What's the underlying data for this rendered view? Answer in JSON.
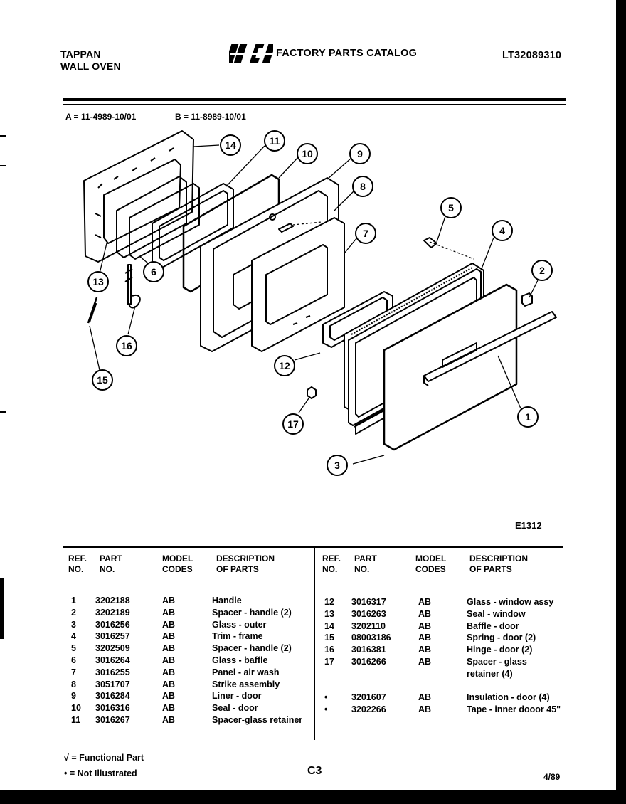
{
  "header": {
    "brand": "TAPPAN",
    "product": "WALL OVEN",
    "logo_text": "WCI",
    "catalog_title": "FACTORY PARTS CATALOG",
    "catalog_number": "LT32089310"
  },
  "model_codes": {
    "a": "A = 11-4989-10/01",
    "b": "B = 11-8989-10/01"
  },
  "diagram": {
    "id": "E1312",
    "callouts": [
      "1",
      "2",
      "3",
      "4",
      "5",
      "6",
      "7",
      "8",
      "9",
      "10",
      "11",
      "12",
      "13",
      "14",
      "15",
      "16",
      "17"
    ]
  },
  "table": {
    "headers": {
      "ref": "REF.\nNO.",
      "part": "PART\nNO.",
      "model": "MODEL\nCODES",
      "desc": "DESCRIPTION\nOF PARTS"
    },
    "left_rows": [
      {
        "ref": "1",
        "part": "3202188",
        "model": "AB",
        "desc": "Handle"
      },
      {
        "ref": "2",
        "part": "3202189",
        "model": "AB",
        "desc": "Spacer - handle (2)"
      },
      {
        "ref": "3",
        "part": "3016256",
        "model": "AB",
        "desc": "Glass - outer"
      },
      {
        "ref": "4",
        "part": "3016257",
        "model": "AB",
        "desc": "Trim - frame"
      },
      {
        "ref": "5",
        "part": "3202509",
        "model": "AB",
        "desc": "Spacer - handle (2)"
      },
      {
        "ref": "6",
        "part": "3016264",
        "model": "AB",
        "desc": "Glass - baffle"
      },
      {
        "ref": "7",
        "part": "3016255",
        "model": "AB",
        "desc": "Panel - air wash"
      },
      {
        "ref": "8",
        "part": "3051707",
        "model": "AB",
        "desc": "Strike assembly"
      },
      {
        "ref": "9",
        "part": "3016284",
        "model": "AB",
        "desc": "Liner - door"
      },
      {
        "ref": "10",
        "part": "3016316",
        "model": "AB",
        "desc": "Seal - door"
      },
      {
        "ref": "11",
        "part": "3016267",
        "model": "AB",
        "desc": "Spacer-glass retainer"
      }
    ],
    "right_rows": [
      {
        "ref": "12",
        "part": "3016317",
        "model": "AB",
        "desc": "Glass - window assy"
      },
      {
        "ref": "13",
        "part": "3016263",
        "model": "AB",
        "desc": "Seal - window"
      },
      {
        "ref": "14",
        "part": "3202110",
        "model": "AB",
        "desc": "Baffle - door"
      },
      {
        "ref": "15",
        "part": "08003186",
        "model": "AB",
        "desc": "Spring - door (2)"
      },
      {
        "ref": "16",
        "part": "3016381",
        "model": "AB",
        "desc": "Hinge - door (2)"
      },
      {
        "ref": "17",
        "part": "3016266",
        "model": "AB",
        "desc": "Spacer - glass"
      },
      {
        "ref": "",
        "part": "",
        "model": "",
        "desc": "retainer (4)"
      },
      {
        "ref": "",
        "part": "",
        "model": "",
        "desc": ""
      },
      {
        "ref": "•",
        "part": "3201607",
        "model": "AB",
        "desc": "Insulation - door (4)"
      },
      {
        "ref": "•",
        "part": "3202266",
        "model": "AB",
        "desc": "Tape - inner dooor 45\""
      }
    ]
  },
  "legend": {
    "functional": "√ = Functional Part",
    "not_illustrated": "• = Not Illustrated"
  },
  "footer": {
    "page_code": "C3",
    "date": "4/89"
  }
}
